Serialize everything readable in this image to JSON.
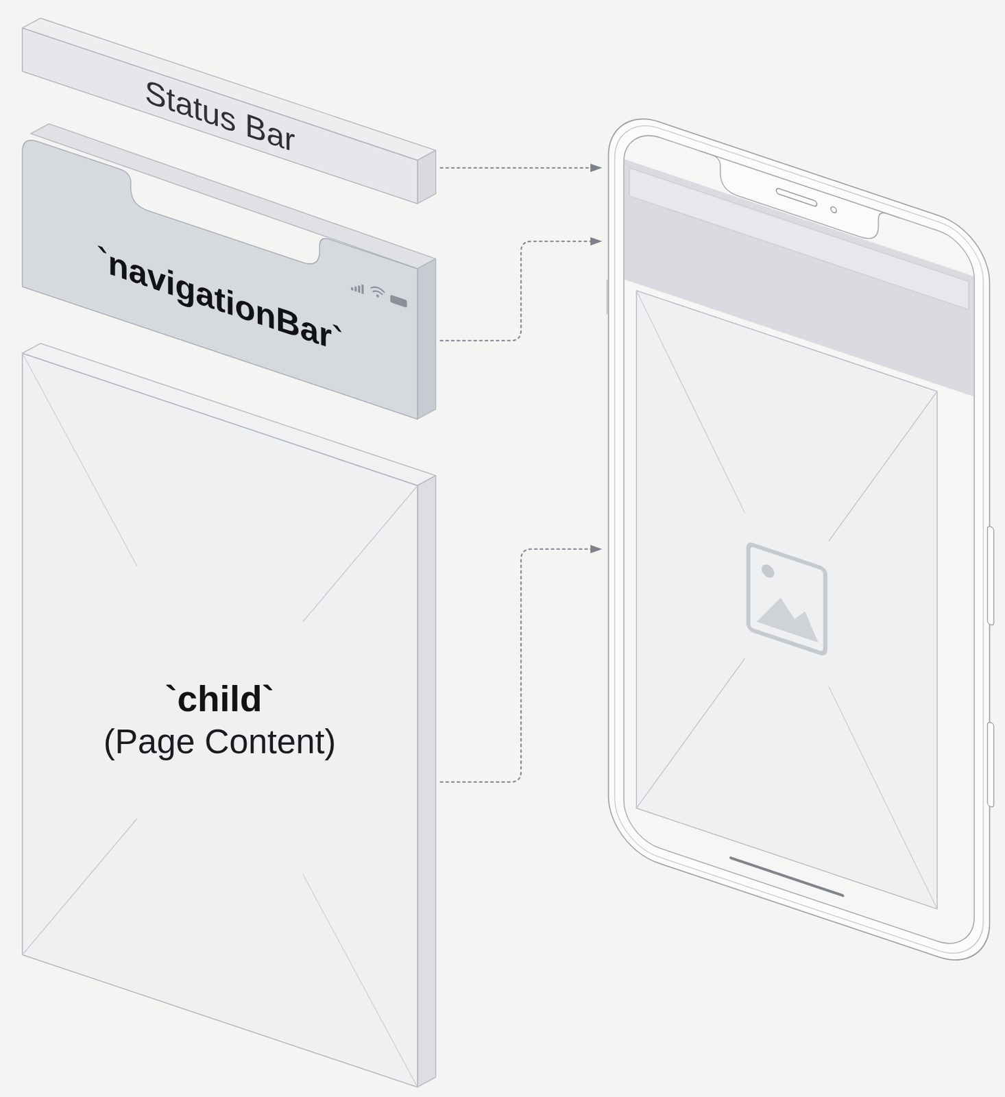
{
  "diagram": {
    "nodes": [
      {
        "text": [
          "Status Bar"
        ]
      },
      {
        "text": [
          "`navigationBar`"
        ]
      },
      {
        "text": [
          "`child`",
          "(Page Content)"
        ]
      }
    ]
  }
}
